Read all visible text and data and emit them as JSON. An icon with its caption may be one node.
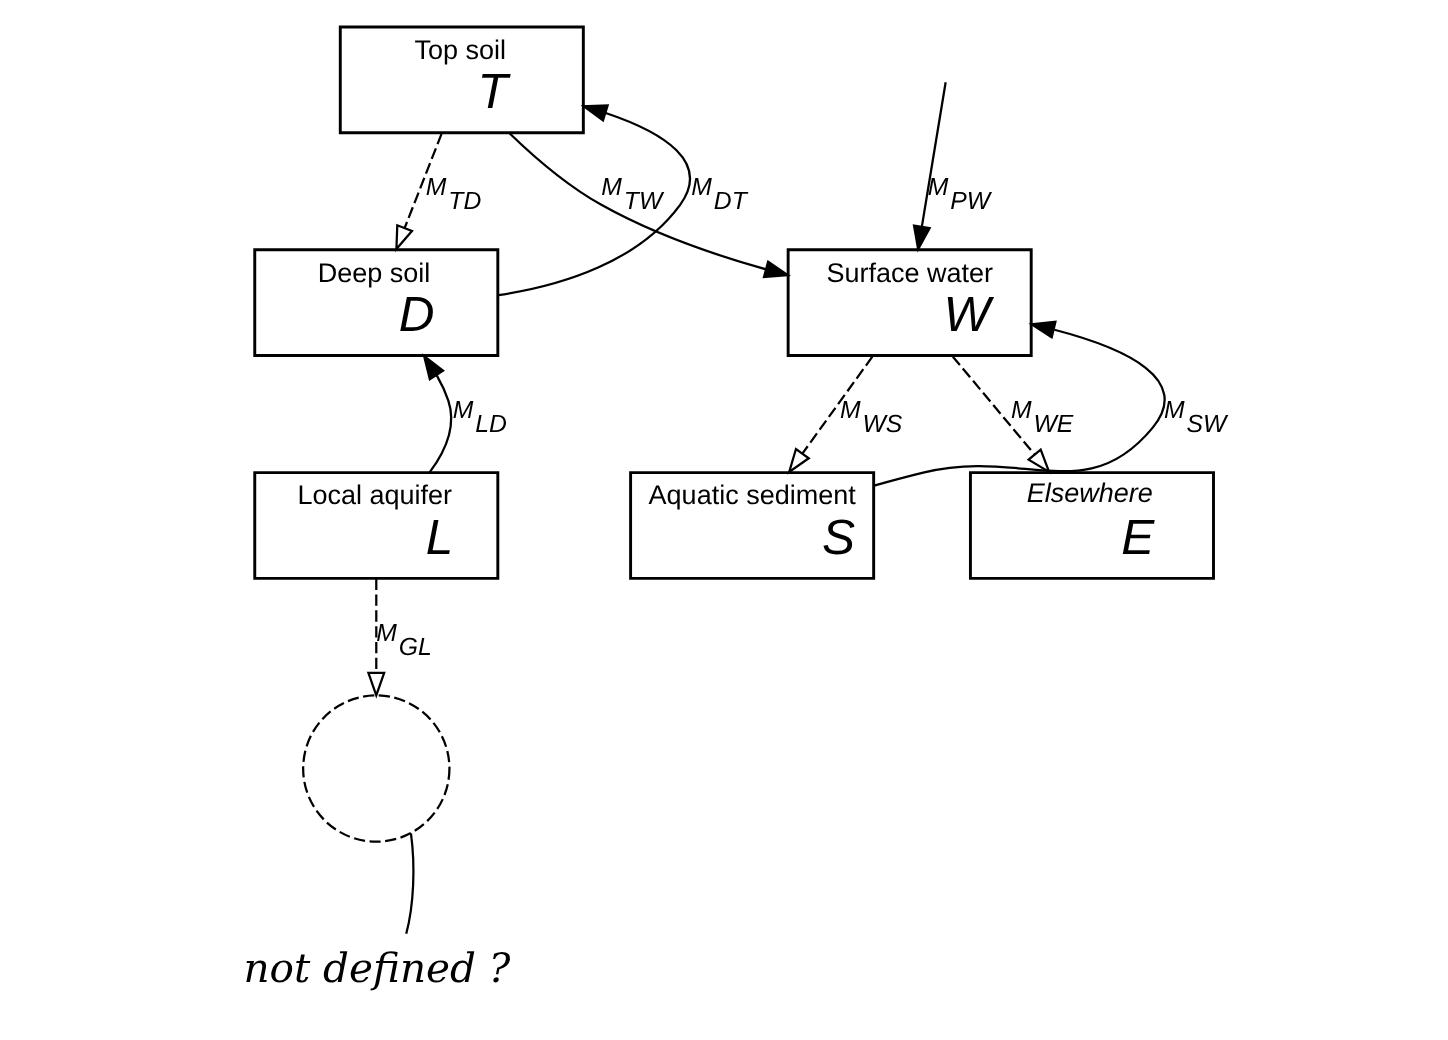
{
  "diagram": {
    "nodes": [
      {
        "text": [
          "Top soil",
          "T"
        ]
      },
      {
        "text": [
          "Deep soil",
          "D"
        ]
      },
      {
        "text": [
          "Surface water",
          "W"
        ]
      },
      {
        "text": [
          "Local aquifer",
          "L"
        ]
      },
      {
        "text": [
          "Aquatic sediment",
          "S"
        ]
      },
      {
        "text": [
          "Elsewhere",
          "E"
        ]
      },
      {
        "text": [],
        "shape": "circle"
      },
      {
        "text": [
          "not defined ?"
        ]
      }
    ],
    "edges": [
      {
        "from": 0,
        "to": 2,
        "arrow": "to",
        "label": "M$_{TW}$"
      },
      {
        "from": null,
        "to": 2,
        "arrow": "to",
        "label": "M$_{PW}$"
      },
      {
        "from": 1,
        "to": 0,
        "arrow": "to",
        "label": "M$_{DT}$"
      },
      {
        "from": 0,
        "to": 1,
        "arrow": "to",
        "label": "M$_{TD}$",
        "style": "dashed"
      },
      {
        "from": 3,
        "to": 1,
        "arrow": "to",
        "label": "M$_{LD}$"
      },
      {
        "from": 4,
        "to": 2,
        "arrow": "to",
        "label": "M$_{SW}$"
      },
      {
        "from": 2,
        "to": 4,
        "arrow": "to",
        "label": "M$_{WS}$",
        "style": "dashed"
      },
      {
        "from": 2,
        "to": 5,
        "arrow": "to",
        "label": "M$_{WE}$",
        "style": "dashed"
      },
      {
        "from": 3,
        "to": 6,
        "arrow": "to",
        "label": "M$_{GL}$",
        "style": "dashed"
      },
      {
        "from": 7,
        "to": 6,
        "arrow": "none"
      }
    ]
  }
}
